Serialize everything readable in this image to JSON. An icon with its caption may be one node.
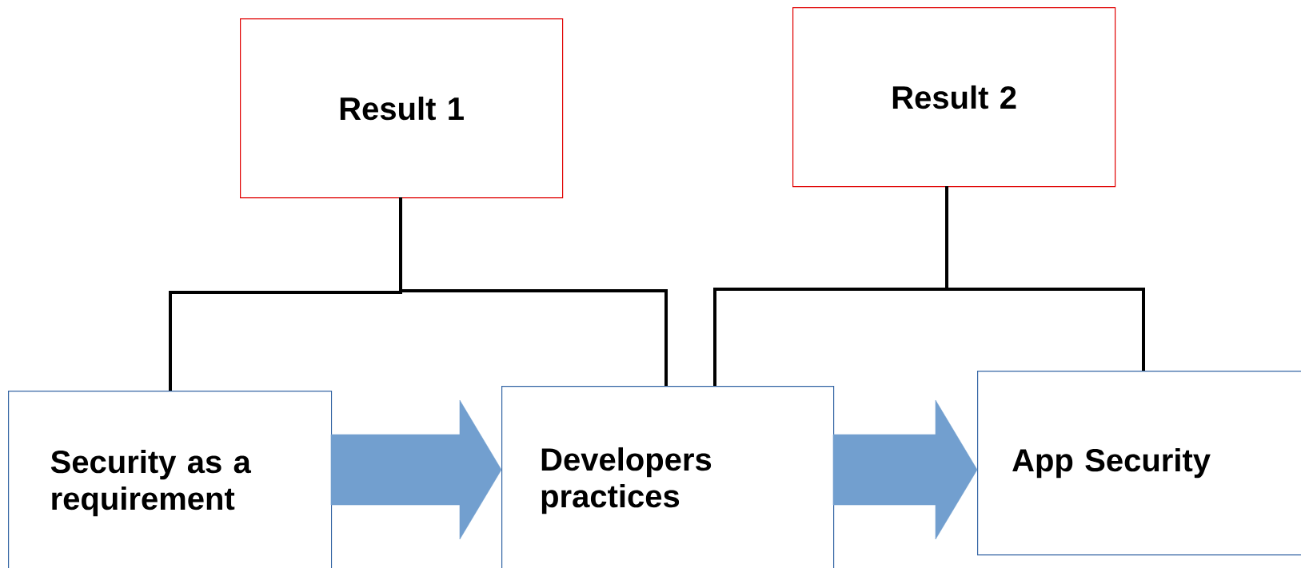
{
  "diagram": {
    "nodes": [
      {
        "text": [
          "Result 1"
        ]
      },
      {
        "text": [
          "Result 2"
        ]
      },
      {
        "text": [
          "Security as a requirement"
        ]
      },
      {
        "text": [
          "Developers practices"
        ]
      },
      {
        "text": [
          "App Security"
        ]
      }
    ],
    "edges": [
      {
        "from": 0,
        "to": 2,
        "arrow": "none"
      },
      {
        "from": 0,
        "to": 3,
        "arrow": "none"
      },
      {
        "from": 1,
        "to": 3,
        "arrow": "none"
      },
      {
        "from": 1,
        "to": 4,
        "arrow": "none"
      },
      {
        "from": 2,
        "to": 3,
        "arrow": "to",
        "style": "thick",
        "color": "#729fcf"
      },
      {
        "from": 3,
        "to": 4,
        "arrow": "to",
        "style": "thick",
        "color": "#729fcf"
      }
    ]
  }
}
